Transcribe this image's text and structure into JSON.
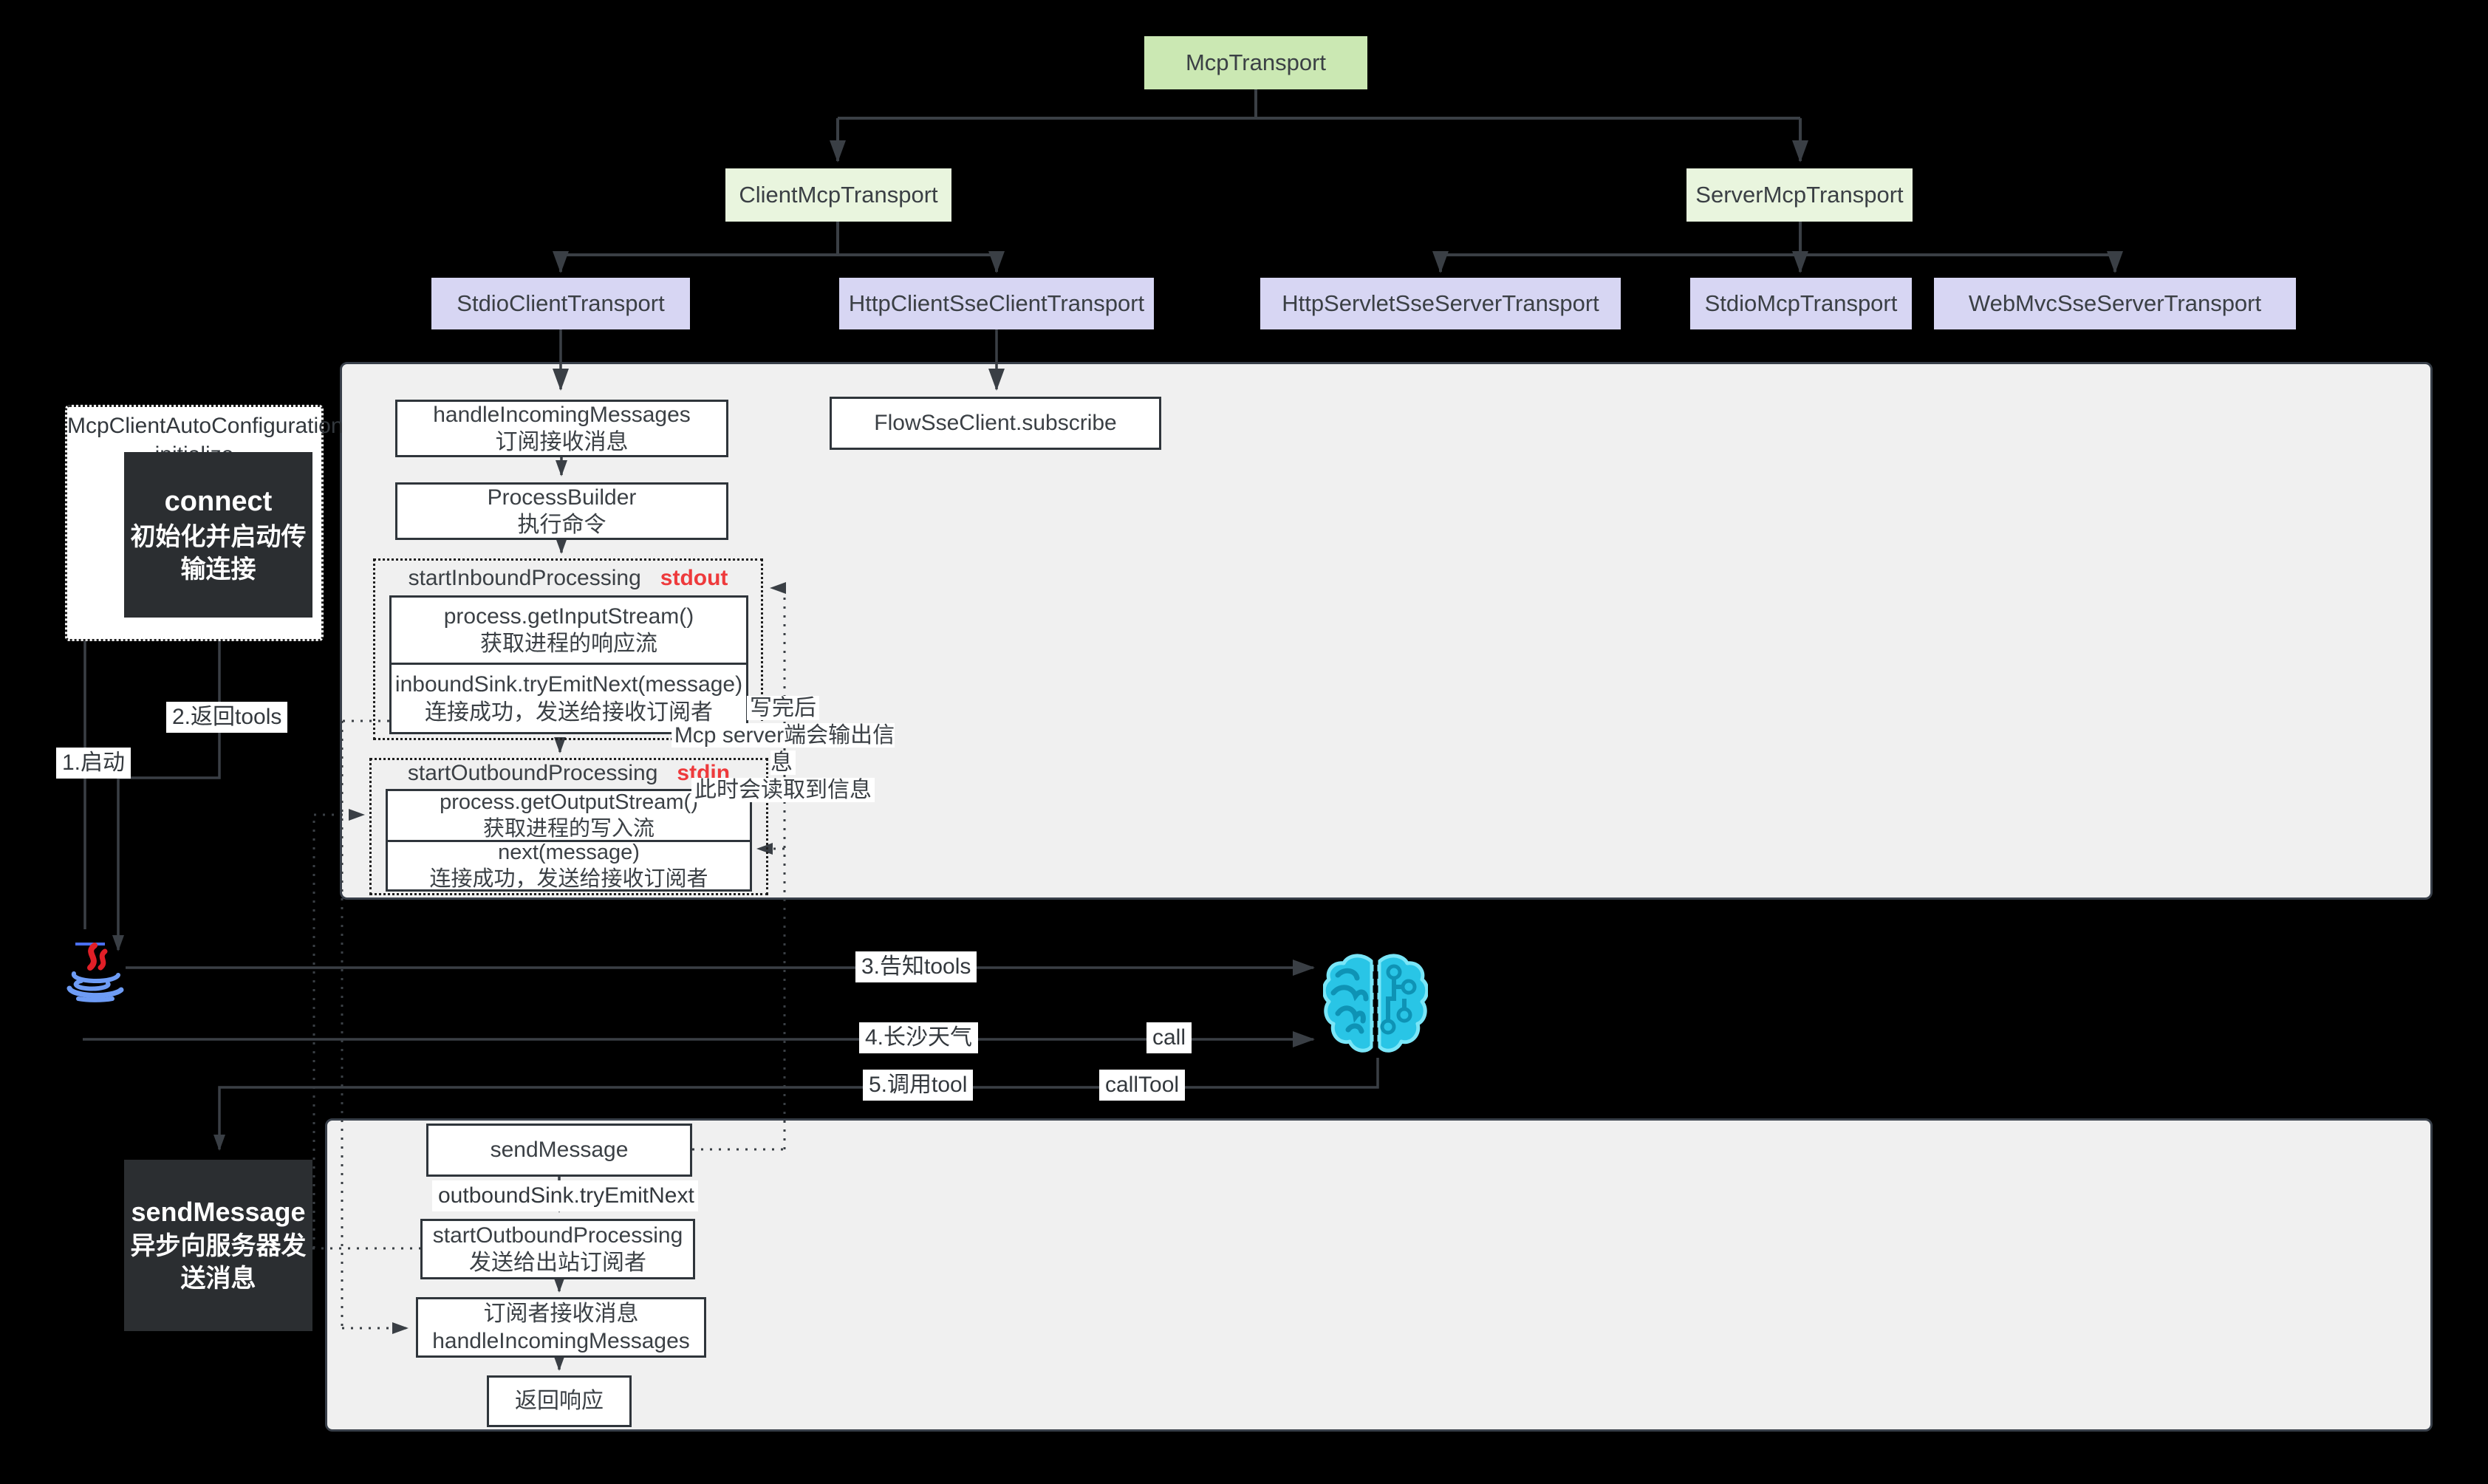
{
  "colors": {
    "root_green": "#cbe8b3",
    "sub_green": "#e9f5de",
    "transport_purple": "#d7d6f3",
    "panel_gray": "#f0f0f0",
    "dark_box": "#2b2e31",
    "wire": "#3a3f45",
    "tag_red": "#ee3a3c",
    "brain_cyan": "#29c5e6",
    "java_red": "#e01f27",
    "java_blue": "#6e9cf5"
  },
  "hierarchy": {
    "root": "McpTransport",
    "client": "ClientMcpTransport",
    "server": "ServerMcpTransport",
    "stdio_client": "StdioClientTransport",
    "http_client_sse": "HttpClientSseClientTransport",
    "http_servlet_sse": "HttpServletSseServerTransport",
    "stdio_mcp": "StdioMcpTransport",
    "webmvc_sse": "WebMvcSseServerTransport"
  },
  "auto_config": {
    "title_line1": "McpClientAutoConfiguration",
    "title_line2": "initialize",
    "connect_title": "connect",
    "connect_line1": "初始化并启动传",
    "connect_line2": "输连接"
  },
  "client_flow": {
    "handle_incoming": {
      "line1": "handleIncomingMessages",
      "line2": "订阅接收消息"
    },
    "process_builder": {
      "line1": "ProcessBuilder",
      "line2": "执行命令"
    },
    "inbound": {
      "title": "startInboundProcessing",
      "tag": "stdout",
      "step1": {
        "line1": "process.getInputStream()",
        "line2": "获取进程的响应流"
      },
      "step2": {
        "line1": "inboundSink.tryEmitNext(message)",
        "line2": "连接成功，发送给接收订阅者"
      }
    },
    "outbound": {
      "title": "startOutboundProcessing",
      "tag": "stdin",
      "step1": {
        "line1": "process.getOutputStream()",
        "line2": "获取进程的写入流"
      },
      "step2": {
        "line1": "next(message)",
        "line2": "连接成功，发送给接收订阅者"
      }
    },
    "flow_sse": "FlowSseClient.subscribe",
    "note": {
      "line1": "写完后",
      "line2": "Mcp server端会输出信息",
      "line3": "此时会读取到信息"
    }
  },
  "sequence": {
    "step1": "1.启动",
    "step2": "2.返回tools",
    "step3": "3.告知tools",
    "step4": "4.长沙天气",
    "step4_tag": "call",
    "step5": "5.调用tool",
    "step5_tag": "callTool"
  },
  "send_flow": {
    "dark_title": "sendMessage",
    "dark_line1": "异步向服务器发",
    "dark_line2": "送消息",
    "send_message": "sendMessage",
    "outbound_sink": "outboundSink.tryEmitNext",
    "start_outbound": {
      "line1": "startOutboundProcessing",
      "line2": "发送给出站订阅者"
    },
    "subscriber": {
      "line1": "订阅者接收消息",
      "line2": "handleIncomingMessages"
    },
    "response": "返回响应"
  },
  "icons": {
    "java": "java-logo",
    "brain": "ai-brain"
  }
}
